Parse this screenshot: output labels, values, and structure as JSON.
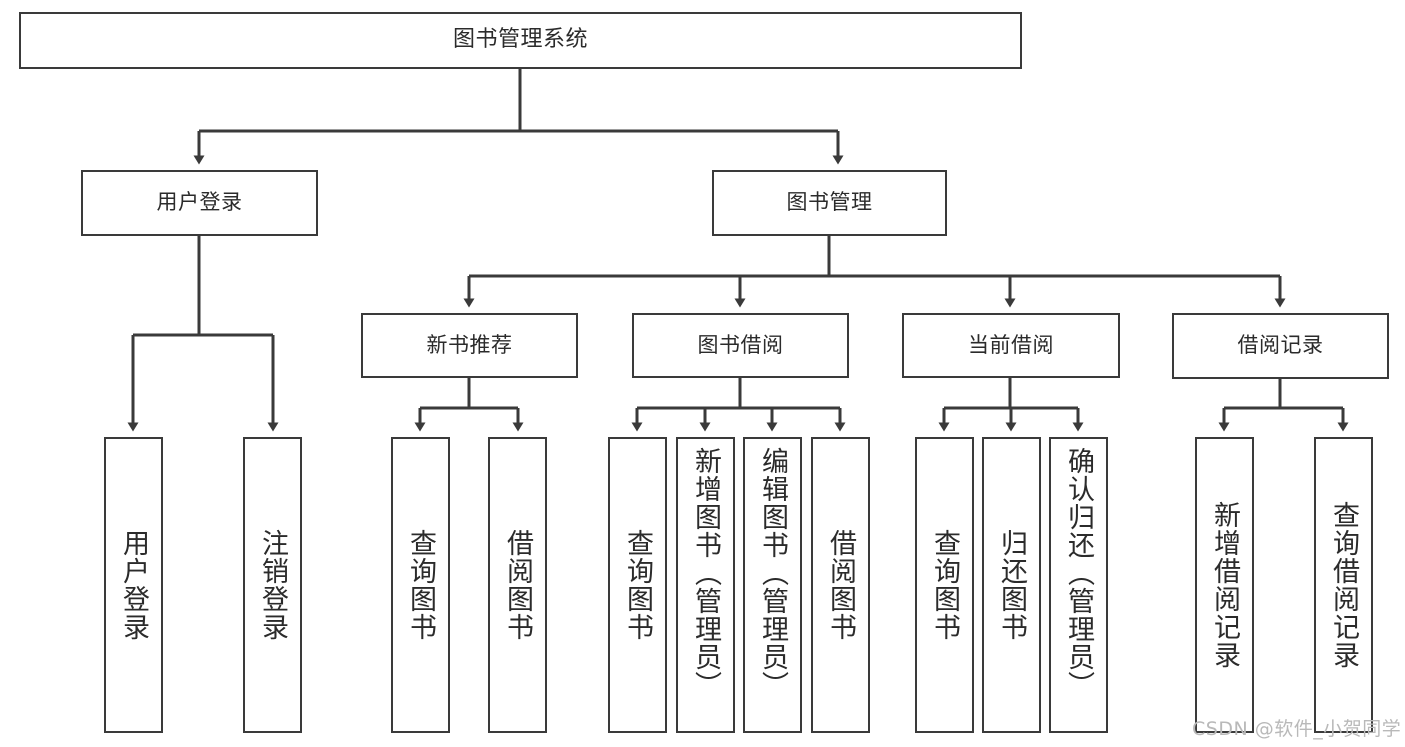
{
  "diagram": {
    "title": "图书管理系统",
    "type": "hierarchy-tree",
    "watermark": "CSDN @软件_小贺同学",
    "colors": {
      "stroke": "#3a3a3a",
      "text": "#2b2b2b",
      "background": "#ffffff",
      "watermark": "#b9b9b9"
    },
    "nodes": {
      "root": {
        "label": "图书管理系统"
      },
      "level2": [
        {
          "label": "用户登录"
        },
        {
          "label": "图书管理"
        }
      ],
      "level3": [
        {
          "label": "新书推荐"
        },
        {
          "label": "图书借阅"
        },
        {
          "label": "当前借阅"
        },
        {
          "label": "借阅记录"
        }
      ],
      "leaves": {
        "user_login": [
          {
            "label": "用户登录"
          },
          {
            "label": "注销登录"
          }
        ],
        "new_book_recommend": [
          {
            "label": "查询图书"
          },
          {
            "label": "借阅图书"
          }
        ],
        "book_borrow": [
          {
            "label": "查询图书"
          },
          {
            "label": "新增图书（管理员）"
          },
          {
            "label": "编辑图书（管理员）"
          },
          {
            "label": "借阅图书"
          }
        ],
        "current_borrow": [
          {
            "label": "查询图书"
          },
          {
            "label": "归还图书"
          },
          {
            "label": "确认归还（管理员）"
          }
        ],
        "borrow_record": [
          {
            "label": "新增借阅记录"
          },
          {
            "label": "查询借阅记录"
          }
        ]
      }
    }
  }
}
